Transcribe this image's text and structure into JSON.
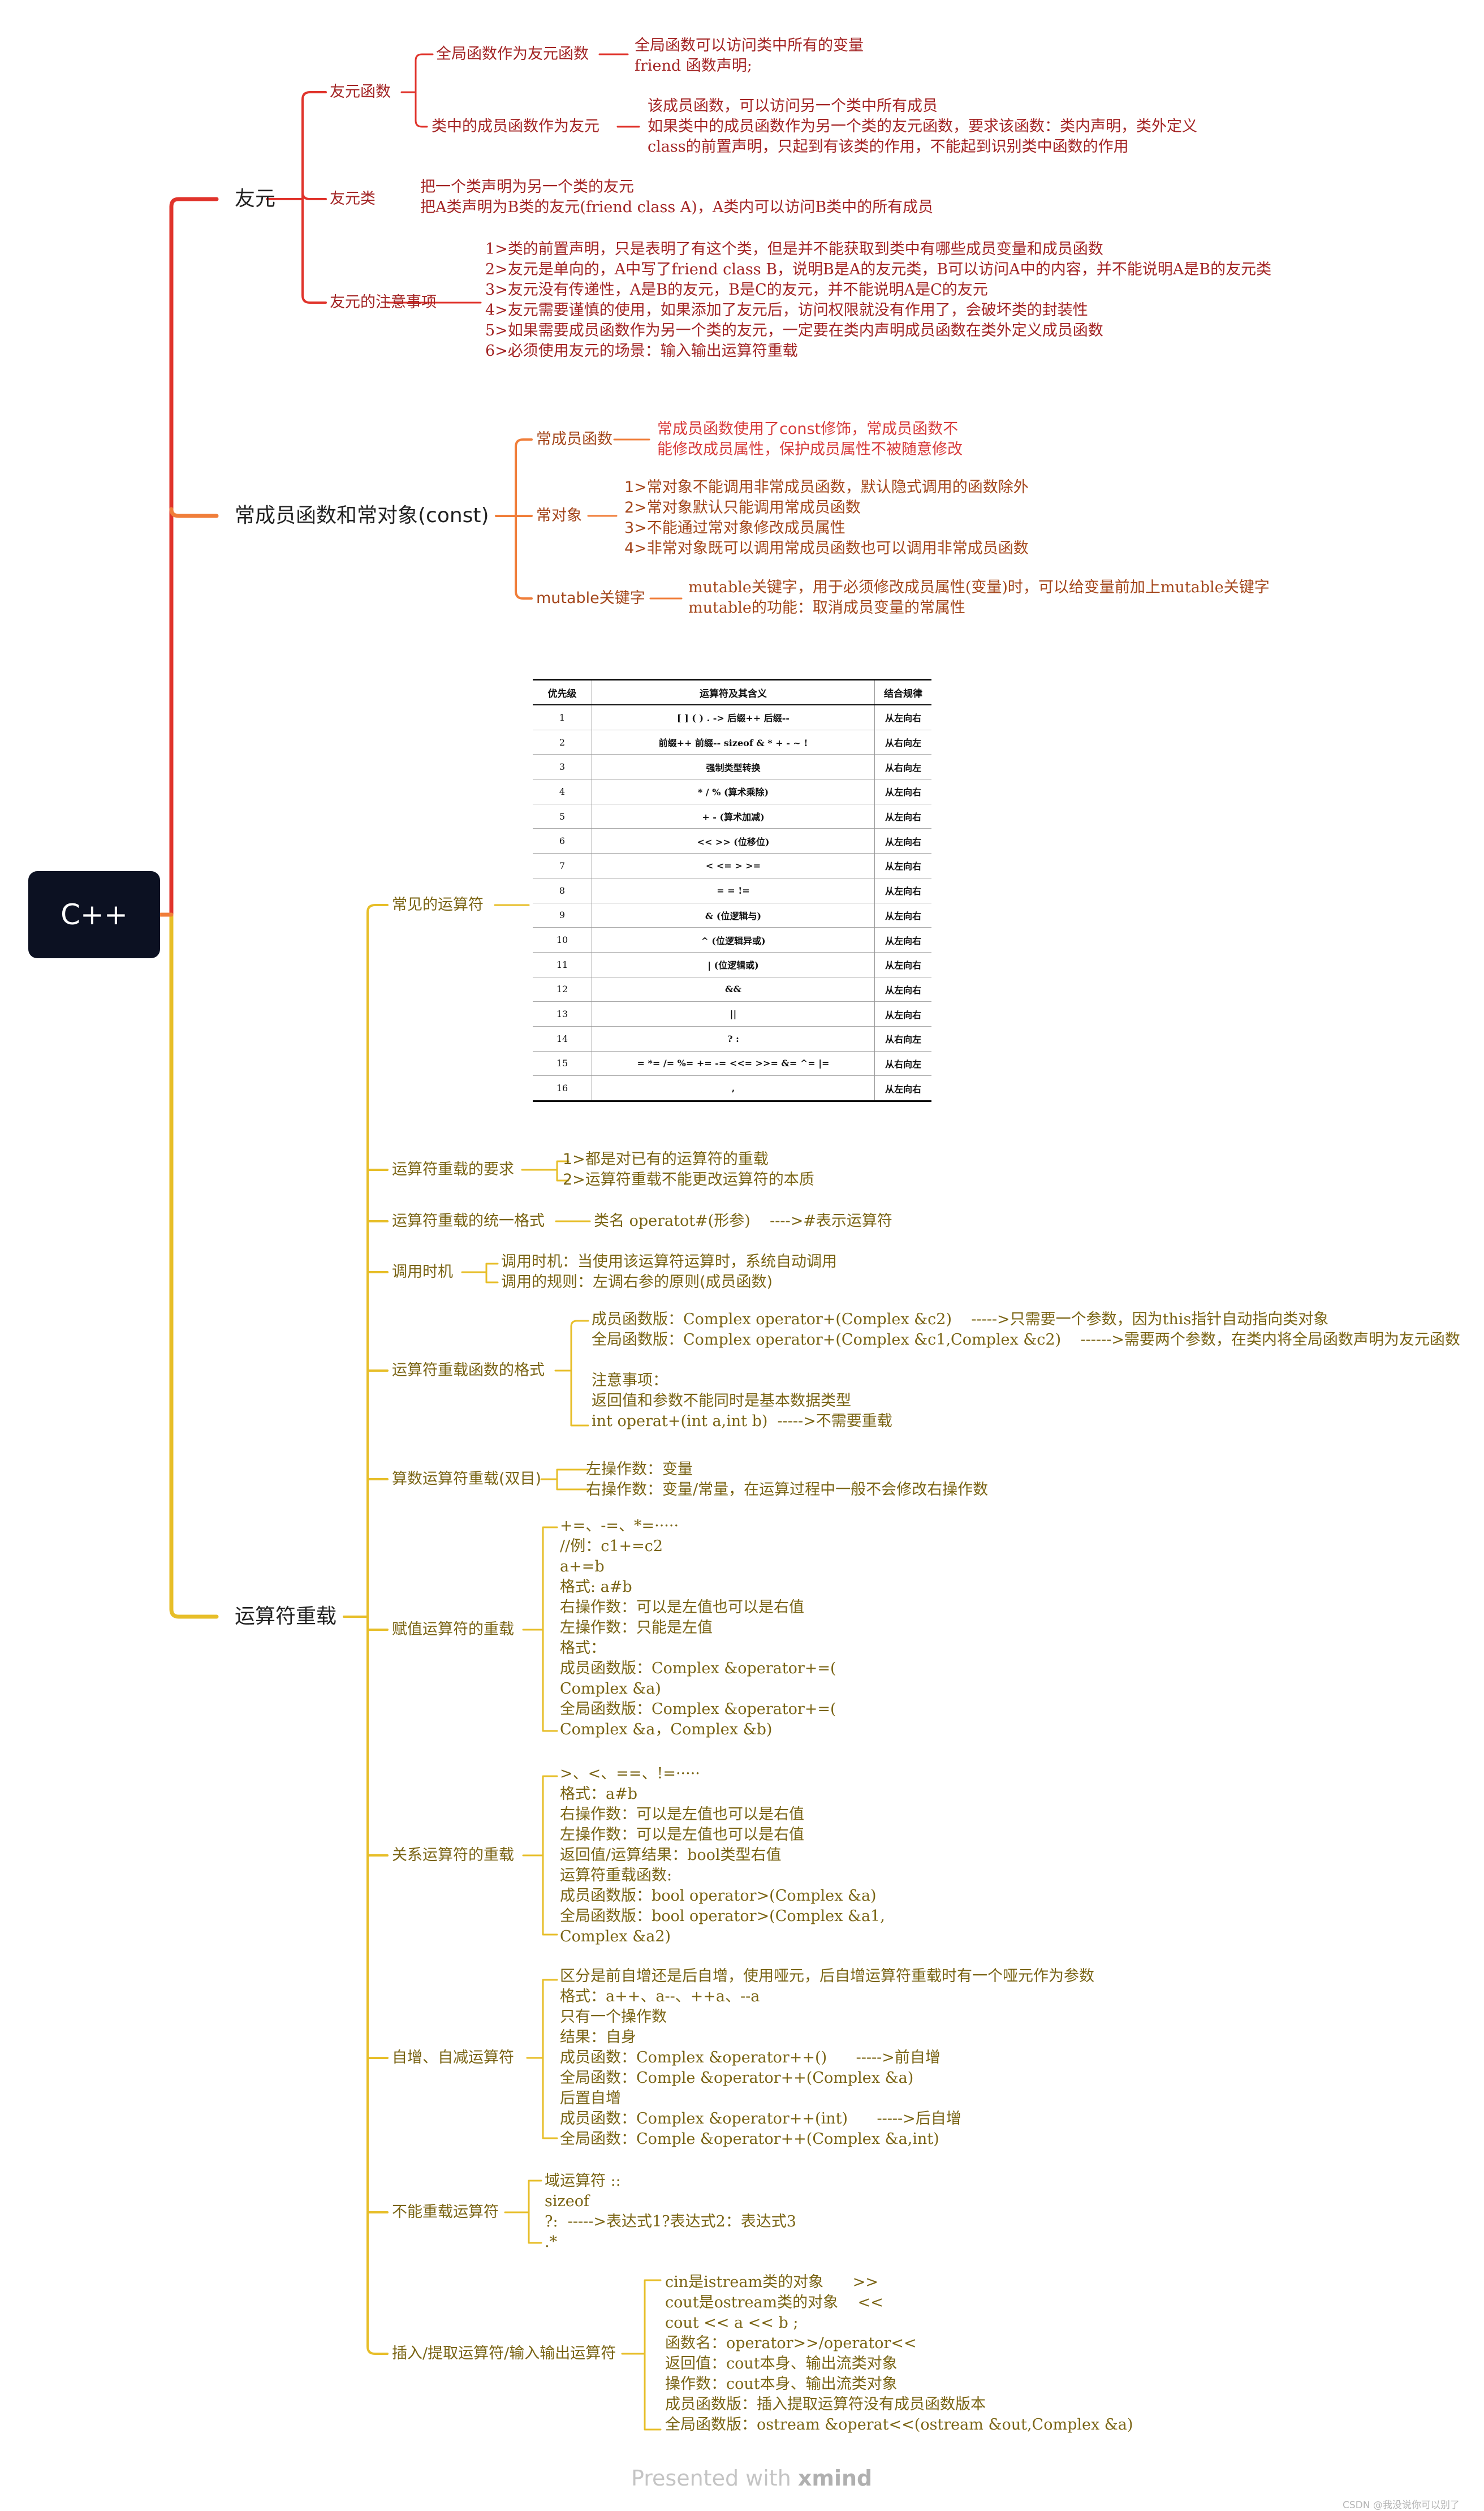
{
  "root": "C++",
  "branches": [
    {
      "label": "友元",
      "color": "#e0332b"
    },
    {
      "label": "常成员函数和常对象(const)",
      "color": "#f07e3a"
    },
    {
      "label": "运算符重载",
      "color": "#e7be28"
    }
  ],
  "youyuan": {
    "func": {
      "label": "友元函数",
      "global": {
        "label": "全局函数作为友元函数",
        "lines": [
          "全局函数可以访问类中所有的变量",
          "friend 函数声明;"
        ]
      },
      "member": {
        "label": "类中的成员函数作为友元",
        "lines": [
          "该成员函数，可以访问另一个类中所有成员",
          "如果类中的成员函数作为另一个类的友元函数，要求该函数：类内声明，类外定义",
          "class的前置声明，只起到有该类的作用，不能起到识别类中函数的作用"
        ]
      }
    },
    "cls": {
      "label": "友元类",
      "lines": [
        "把一个类声明为另一个类的友元",
        "把A类声明为B类的友元(friend class A)，A类内可以访问B类中的所有成员"
      ]
    },
    "notes": {
      "label": "友元的注意事项",
      "lines": [
        "1>类的前置声明，只是表明了有这个类，但是并不能获取到类中有哪些成员变量和成员函数",
        "2>友元是单向的，A中写了friend class B，说明B是A的友元类，B可以访问A中的内容，并不能说明A是B的友元类",
        "3>友元没有传递性，A是B的友元，B是C的友元，并不能说明A是C的友元",
        "4>友元需要谨慎的使用，如果添加了友元后，访问权限就没有作用了，会破坏类的封装性",
        "5>如果需要成员函数作为另一个类的友元，一定要在类内声明成员函数在类外定义成员函数",
        "6>必须使用友元的场景：输入输出运算符重载"
      ]
    }
  },
  "constSec": {
    "memfunc": {
      "label": "常成员函数",
      "lines": [
        "常成员函数使用了const修饰，常成员函数不",
        "能修改成员属性，保护成员属性不被随意修改"
      ]
    },
    "obj": {
      "label": "常对象",
      "lines": [
        "1>常对象不能调用非常成员函数，默认隐式调用的函数除外",
        "2>常对象默认只能调用常成员函数",
        "3>不能通过常对象修改成员属性",
        "4>非常对象既可以调用常成员函数也可以调用非常成员函数"
      ]
    },
    "mutable": {
      "label": "mutable关键字",
      "lines": [
        "mutable关键字，用于必须修改成员属性(变量)时，可以给变量前加上mutable关键字",
        "mutable的功能：取消成员变量的常属性"
      ]
    }
  },
  "op": {
    "common": {
      "label": "常见的运算符",
      "table": {
        "headers": [
          "优先级",
          "运算符及其含义",
          "结合规律"
        ],
        "rows": [
          [
            "1",
            "[ ]    ( )    .    ->    后缀++    后缀--",
            "从左向右"
          ],
          [
            "2",
            "前缀++  前缀--    sizeof    &    *    +    -    ~    !",
            "从右向左"
          ],
          [
            "3",
            "强制类型转换",
            "从右向左"
          ],
          [
            "4",
            "*    /    %    (算术乘除)",
            "从左向右"
          ],
          [
            "5",
            "+    -    (算术加减)",
            "从左向右"
          ],
          [
            "6",
            "<<    >>  (位移位)",
            "从左向右"
          ],
          [
            "7",
            "<    <=    >    >=",
            "从左向右"
          ],
          [
            "8",
            "= =    !=",
            "从左向右"
          ],
          [
            "9",
            "& (位逻辑与)",
            "从左向右"
          ],
          [
            "10",
            "^ (位逻辑异或)",
            "从左向右"
          ],
          [
            "11",
            "| (位逻辑或)",
            "从左向右"
          ],
          [
            "12",
            "&&",
            "从左向右"
          ],
          [
            "13",
            "||",
            "从左向右"
          ],
          [
            "14",
            "?    :",
            "从右向左"
          ],
          [
            "15",
            "=    *=    /=    %= += -= <<= >>= &=    ^=    |=",
            "从右向左"
          ],
          [
            "16",
            ",",
            "从左向右"
          ]
        ]
      }
    },
    "req": {
      "label": "运算符重载的要求",
      "lines": [
        "1>都是对已有的运算符的重载",
        "2>运算符重载不能更改运算符的本质"
      ]
    },
    "fmt": {
      "label": "运算符重载的统一格式",
      "lines": [
        "类名 operatot#(形参)    ---->#表示运算符"
      ]
    },
    "timing": {
      "label": "调用时机",
      "lines": [
        "调用时机：当使用该运算符运算时，系统自动调用",
        "调用的规则：左调右参的原则(成员函数)"
      ]
    },
    "funcfmt": {
      "label": "运算符重载函数的格式",
      "lines": [
        "成员函数版：Complex operator+(Complex &c2)    ----->只需要一个参数，因为this指针自动指向类对象",
        "全局函数版：Complex operator+(Complex &c1,Complex &c2)    ------>需要两个参数，在类内将全局函数声明为友元函数",
        "",
        "注意事项：",
        "返回值和参数不能同时是基本数据类型",
        "int operat+(int a,int b)  ----->不需要重载"
      ]
    },
    "arith": {
      "label": "算数运算符重载(双目)",
      "lines": [
        "左操作数：变量",
        "右操作数：变量/常量，在运算过程中一般不会修改右操作数"
      ]
    },
    "assign": {
      "label": "赋值运算符的重载",
      "lines": [
        "+=、-=、*=·····",
        "//例：c1+=c2",
        "a+=b",
        "格式: a#b",
        "右操作数：可以是左值也可以是右值",
        "左操作数：只能是左值",
        "格式：",
        "成员函数版：Complex &operator+=(",
        "Complex &a)",
        "全局函数版：Complex &operator+=(",
        "Complex &a，Complex &b)"
      ]
    },
    "relation": {
      "label": "关系运算符的重载",
      "lines": [
        ">、<、==、!=·····",
        "格式：a#b",
        "右操作数：可以是左值也可以是右值",
        "左操作数：可以是左值也可以是右值",
        "返回值/运算结果：bool类型右值",
        "运算符重载函数:",
        "成员函数版：bool operator>(Complex &a)",
        "全局函数版：bool operator>(Complex &a1,",
        "Complex &a2)"
      ]
    },
    "incdec": {
      "label": "自增、自减运算符",
      "lines": [
        "区分是前自增还是后自增，使用哑元，后自增运算符重载时有一个哑元作为参数",
        "格式：a++、a--、++a、--a",
        "只有一个操作数",
        "结果：自身",
        "成员函数：Complex &operator++()      ----->前自增",
        "全局函数：Comple &operator++(Complex &a)",
        "后置自增",
        "成员函数：Complex &operator++(int)      ----->后自增",
        "全局函数：Comple &operator++(Complex &a,int)"
      ]
    },
    "noover": {
      "label": "不能重载运算符",
      "lines": [
        "域运算符 ::",
        "sizeof",
        "?:  ----->表达式1?表达式2：表达式3",
        ".*"
      ]
    },
    "io": {
      "label": "插入/提取运算符/输入输出运算符",
      "lines": [
        "cin是istream类的对象      >>",
        "cout是ostream类的对象    <<",
        "cout << a << b ;",
        "函数名：operator>>/operator<<",
        "返回值：cout本身、输出流类对象",
        "操作数：cout本身、输出流类对象",
        "成员函数版：插入提取运算符没有成员函数版本",
        "全局函数版：ostream &operat<<(ostream &out,Complex &a)"
      ]
    }
  },
  "footer": {
    "text": "Presented with ",
    "brand": "xmind"
  },
  "watermark": "CSDN @我没说你可以别了"
}
